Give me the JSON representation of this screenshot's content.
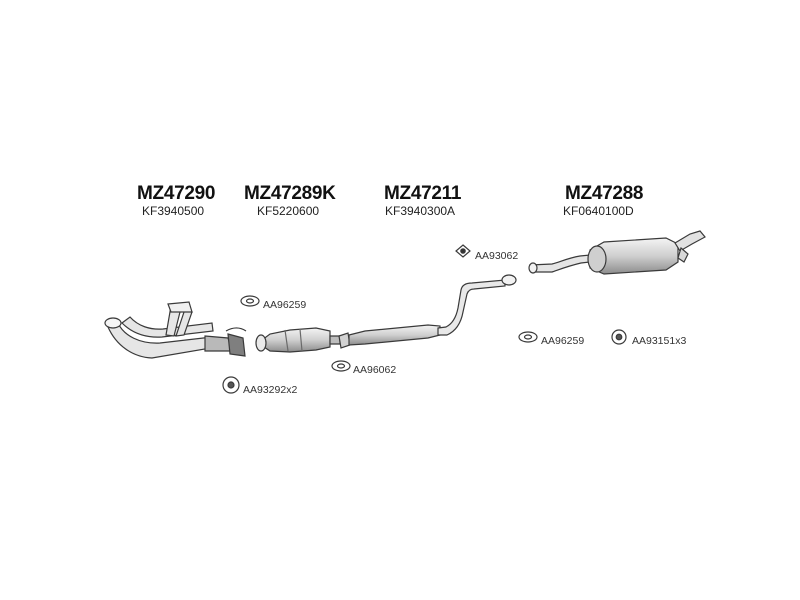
{
  "parts": [
    {
      "code": "MZ47290",
      "ref": "KF3940500"
    },
    {
      "code": "MZ47289K",
      "ref": "KF5220600"
    },
    {
      "code": "MZ47211",
      "ref": "KF3940300A"
    },
    {
      "code": "MZ47288",
      "ref": "KF0640100D"
    }
  ],
  "accessories": {
    "a1": "AA96259",
    "a2": "AA93292x2",
    "a3": "AA96062",
    "a4": "AA93062",
    "a5": "AA96259",
    "a6": "AA93151x3"
  },
  "colors": {
    "line": "#3a3a3a",
    "fill": "#dcdcdc",
    "fill_dark": "#9a9a9a"
  }
}
